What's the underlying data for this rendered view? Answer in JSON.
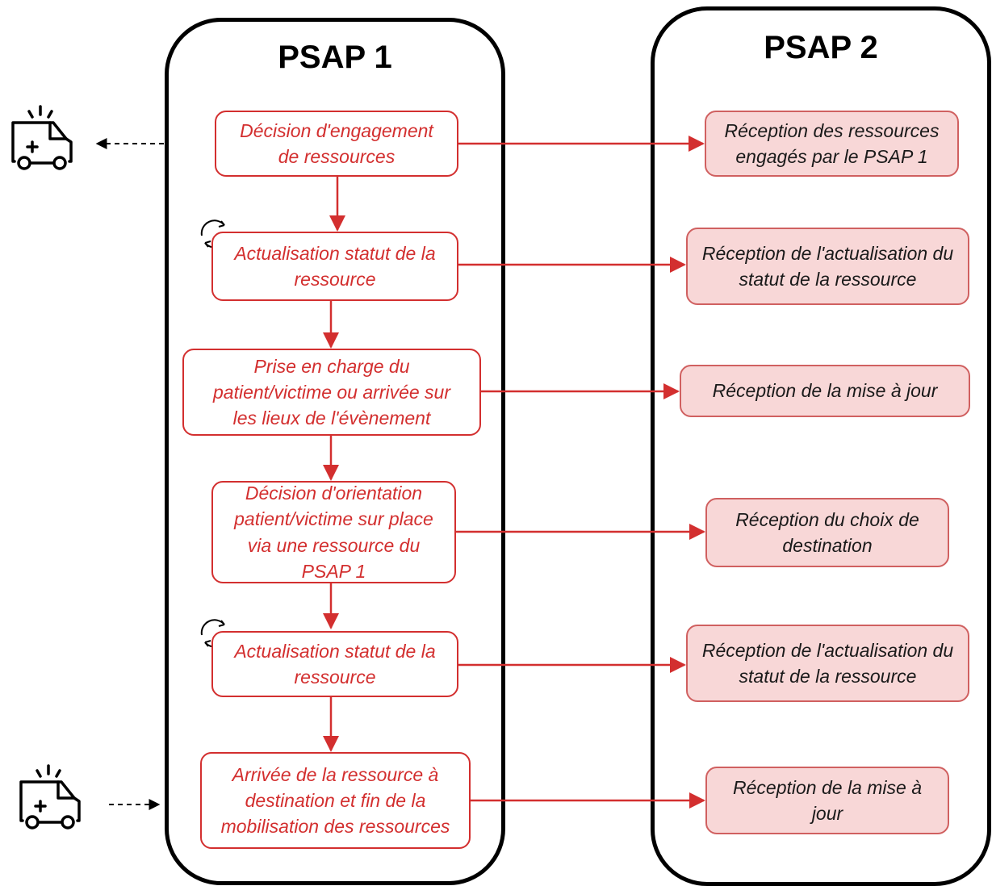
{
  "lanes": {
    "psap1": {
      "title": "PSAP 1"
    },
    "psap2": {
      "title": "PSAP 2"
    }
  },
  "colors": {
    "flow_red": "#d32f2f",
    "receive_fill": "#f8d7d7",
    "lane_border": "#000000"
  },
  "psap1_steps": [
    {
      "label": "Décision d'engagement\nde ressources"
    },
    {
      "label": "Actualisation statut de la\nressource",
      "icon": "refresh-icon"
    },
    {
      "label": "Prise en charge du\npatient/victime ou arrivée sur\nles lieux de l'évènement"
    },
    {
      "label": "Décision d'orientation\npatient/victime sur place\nvia une ressource du\nPSAP 1"
    },
    {
      "label": "Actualisation statut de la\nressource",
      "icon": "refresh-icon"
    },
    {
      "label": "Arrivée de la ressource à\ndestination et fin de la\nmobilisation des ressources"
    }
  ],
  "psap2_steps": [
    {
      "label": "Réception des ressources\nengagés par le PSAP 1"
    },
    {
      "label": "Réception de l'actualisation du\nstatut de la ressource"
    },
    {
      "label": "Réception de la mise à jour"
    },
    {
      "label": "Réception du choix de\ndestination"
    },
    {
      "label": "Réception de l'actualisation du\nstatut de la ressource"
    },
    {
      "label": "Réception de la mise à\njour"
    }
  ],
  "external_icons": [
    {
      "icon": "ambulance-icon",
      "arrow": "outgoing"
    },
    {
      "icon": "ambulance-icon",
      "arrow": "incoming"
    }
  ]
}
